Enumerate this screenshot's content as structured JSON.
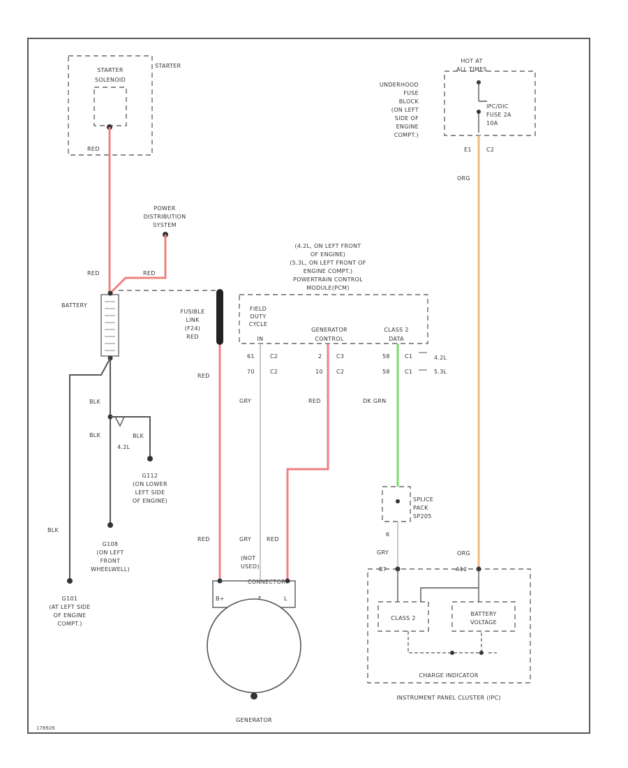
{
  "colors": {
    "red": "#f08080",
    "green": "#7bdc6a",
    "orange": "#f5b87a",
    "black": "#555555",
    "gray": "#c8c8c8"
  },
  "labels": {
    "starter_solenoid": [
      "STARTER",
      "SOLENOID"
    ],
    "starter": "STARTER",
    "underhood_fuse_block": [
      "UNDERHOOD",
      "FUSE",
      "BLOCK",
      "(ON LEFT",
      "SIDE OF",
      "ENGINE",
      "COMPT.)"
    ],
    "hot_at_all_times": [
      "HOT AT",
      "ALL TIMES"
    ],
    "fuse": [
      "IPC/DIC",
      "FUSE 2A",
      "10A"
    ],
    "fuse_pins": [
      "E1",
      "C2"
    ],
    "power_distribution": [
      "POWER",
      "DISTRIBUTION",
      "SYSTEM"
    ],
    "battery": "BATTERY",
    "pcm_header": [
      "(4.2L, ON LEFT FRONT",
      "OF ENGINE)",
      "(5.3L, ON LEFT FRONT OF",
      "ENGINE COMPT.)",
      "POWERTRAIN CONTROL",
      "MODULE(PCM)"
    ],
    "fusible_link": [
      "FUSIBLE",
      "LINK",
      "(F24)",
      "RED"
    ],
    "field_duty_cycle": [
      "FIELD",
      "DUTY",
      "CYCLE",
      "IN"
    ],
    "generator_control": [
      "GENERATOR",
      "CONTROL"
    ],
    "class2_data": [
      "CLASS 2",
      "DATA"
    ],
    "pcm_pins_row1": [
      "61",
      "C2",
      "2",
      "C3",
      "58",
      "C1"
    ],
    "pcm_pins_row2": [
      "70",
      "C2",
      "10",
      "C2",
      "58",
      "C1"
    ],
    "engine_variants": [
      "4.2L",
      "5.3L"
    ],
    "wire_red": "RED",
    "wire_blk": "BLK",
    "wire_gry": "GRY",
    "wire_org": "ORG",
    "wire_dkgrn": "DK GRN",
    "g112": [
      "G112",
      "(ON LOWER",
      "LEFT SIDE",
      "OF ENGINE)"
    ],
    "g108": [
      "G108",
      "(ON LEFT",
      "FRONT",
      "WHEELWELL)"
    ],
    "g101": [
      "G101",
      "(AT LEFT SIDE",
      "OF ENGINE",
      "COMPT.)"
    ],
    "variant_42": "4.2L",
    "splice_pack": [
      "SPLICE",
      "PACK",
      "SP205"
    ],
    "splice_pin": "6",
    "hot_used": [
      "(NOT",
      "USED)"
    ],
    "gen_terms": [
      "B+",
      "F",
      "L"
    ],
    "gen_conn_label": "CONNECTOR",
    "ipc_pins": [
      "B7",
      "A12"
    ],
    "class2_box": "CLASS 2",
    "battery_gauge": [
      "BATTERY",
      "VOLTAGE"
    ],
    "charge_indicator": "CHARGE INDICATOR",
    "ipc_label": "INSTRUMENT PANEL CLUSTER (IPC)",
    "generator": "GENERATOR",
    "ref": "178926"
  }
}
